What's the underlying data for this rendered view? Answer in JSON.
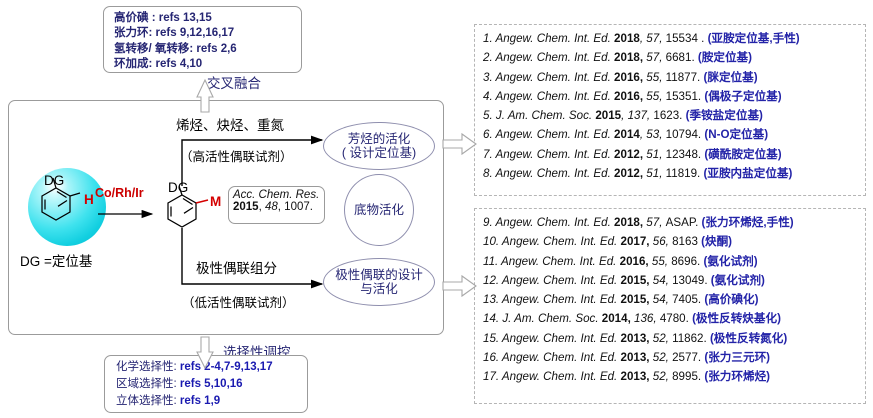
{
  "top_summary": {
    "lines": [
      "高价碘 : refs 13,15",
      "张力环: refs 9,12,16,17",
      "氢转移/ 氧转移: refs 2,6",
      "环加成: refs 4,10"
    ]
  },
  "cross_fusion_label": "交叉融合",
  "scheme": {
    "substrate_dg": "DG",
    "substrate_h": "H",
    "dg_definition": "DG =定位基",
    "catalyst": "Co/Rh/Ir",
    "product_dg": "DG",
    "product_m": "M",
    "acc_citation": {
      "journal": "Acc. Chem. Res.",
      "year": "2015",
      "volume": "48",
      "page": "1007."
    },
    "branch_top": {
      "label": "烯烃、炔烃、重氮",
      "sub": "（高活性偶联试剂）"
    },
    "branch_bottom": {
      "label": "极性偶联组分",
      "sub": "（低活性偶联试剂）"
    },
    "ellipses": {
      "aryl_line1": "芳烃的活化",
      "aryl_line2": "( 设计定位基)",
      "substrate": "底物活化",
      "polar_line1": "极性偶联的设计",
      "polar_line2": "与活化"
    }
  },
  "selectivity": {
    "arrow_label": "选择性调控",
    "rows": [
      {
        "key": "化学选择性: ",
        "value": "refs 2-4,7-9,13,17"
      },
      {
        "key": "区域选择性: ",
        "value": "refs 5,10,16"
      },
      {
        "key": "立体选择性: ",
        "value": "refs 1,9"
      }
    ]
  },
  "references_top": [
    {
      "num": "1.",
      "journal": "Angew. Chem. Int. Ed.",
      "year": "2018",
      "volume": "57",
      "page": "15534 .",
      "tag": "(亚胺定位基,手性)"
    },
    {
      "num": "2.",
      "journal": "Angew. Chem. Int. Ed.",
      "year": "2018,",
      "volume": "57",
      "page": "6681.",
      "tag": "(胺定位基)"
    },
    {
      "num": "3.",
      "journal": "Angew. Chem. Int. Ed.",
      "year": "2016,",
      "volume": "55",
      "page": "11877.",
      "tag": "(脒定位基)"
    },
    {
      "num": "4.",
      "journal": "Angew. Chem. Int. Ed.",
      "year": "2016,",
      "volume": "55",
      "page": "15351.",
      "tag": "(偶极子定位基)"
    },
    {
      "num": "5.",
      "journal": "J. Am. Chem. Soc.",
      "year": "2015",
      "volume": "137",
      "page": "1623.",
      "tag": "(季铵盐定位基)"
    },
    {
      "num": "6.",
      "journal": "Angew. Chem. Int. Ed.",
      "year": "2014",
      "volume": "53",
      "page": "10794.",
      "tag": "(N-O定位基)"
    },
    {
      "num": "7.",
      "journal": "Angew. Chem. Int. Ed.",
      "year": "2012,",
      "volume": "51",
      "page": "12348.",
      "tag": "(磺酰胺定位基)"
    },
    {
      "num": "8.",
      "journal": "Angew. Chem. Int. Ed.",
      "year": "2012,",
      "volume": "51",
      "page": "11819.",
      "tag": "(亚胺内盐定位基)"
    }
  ],
  "references_bottom": [
    {
      "num": "9.",
      "journal": "Angew. Chem. Int. Ed.",
      "year": "2018,",
      "volume": "57",
      "page": "ASAP.",
      "tag": "(张力环烯烃,手性)"
    },
    {
      "num": "10.",
      "journal": "Angew. Chem. Int. Ed.",
      "year": "2017,",
      "volume": "56",
      "page": "8163",
      "tag": "(炔酮)"
    },
    {
      "num": "11.",
      "journal": "Angew. Chem. Int. Ed.",
      "year": "2016,",
      "volume": "55",
      "page": "8696.",
      "tag": "(氨化试剂)"
    },
    {
      "num": "12.",
      "journal": "Angew. Chem. Int. Ed.",
      "year": "2015,",
      "volume": "54",
      "page": "13049.",
      "tag": "(氨化试剂)"
    },
    {
      "num": "13.",
      "journal": "Angew. Chem. Int. Ed.",
      "year": "2015,",
      "volume": "54",
      "page": "7405.",
      "tag": "(高价碘化)"
    },
    {
      "num": "14.",
      "journal": "J. Am. Chem. Soc.",
      "year": "2014,",
      "volume": "136",
      "page": "4780.",
      "tag": "(极性反转炔基化)"
    },
    {
      "num": "15.",
      "journal": "Angew. Chem. Int. Ed.",
      "year": "2013,",
      "volume": "52",
      "page": "11862.",
      "tag": "(极性反转氮化)"
    },
    {
      "num": "16.",
      "journal": "Angew. Chem. Int. Ed.",
      "year": "2013,",
      "volume": "52",
      "page": "2577.",
      "tag": "(张力三元环)"
    },
    {
      "num": "17.",
      "journal": "Angew. Chem. Int. Ed.",
      "year": "2013,",
      "volume": "52",
      "page": "8995.",
      "tag": "(张力环烯烃)"
    }
  ],
  "colors": {
    "navy_text": "#262673",
    "ref_tag_blue": "#2323a8",
    "catalyst_red": "#cc0000",
    "sphere_cyan": "#12cfe0",
    "frame_gray": "#9b9b9b"
  }
}
